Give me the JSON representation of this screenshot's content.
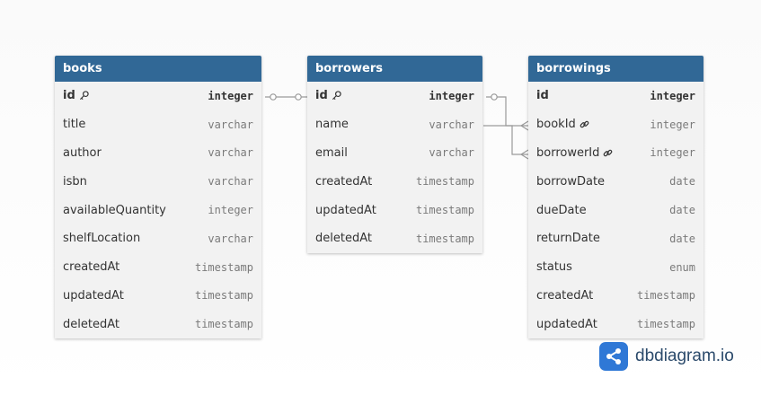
{
  "tables": {
    "books": {
      "name": "books",
      "fields": [
        {
          "name": "id",
          "type": "integer",
          "pk": true,
          "icon": "key-icon"
        },
        {
          "name": "title",
          "type": "varchar"
        },
        {
          "name": "author",
          "type": "varchar"
        },
        {
          "name": "isbn",
          "type": "varchar"
        },
        {
          "name": "availableQuantity",
          "type": "integer"
        },
        {
          "name": "shelfLocation",
          "type": "varchar"
        },
        {
          "name": "createdAt",
          "type": "timestamp"
        },
        {
          "name": "updatedAt",
          "type": "timestamp"
        },
        {
          "name": "deletedAt",
          "type": "timestamp"
        }
      ]
    },
    "borrowers": {
      "name": "borrowers",
      "fields": [
        {
          "name": "id",
          "type": "integer",
          "pk": true,
          "icon": "key-icon"
        },
        {
          "name": "name",
          "type": "varchar"
        },
        {
          "name": "email",
          "type": "varchar"
        },
        {
          "name": "createdAt",
          "type": "timestamp"
        },
        {
          "name": "updatedAt",
          "type": "timestamp"
        },
        {
          "name": "deletedAt",
          "type": "timestamp"
        }
      ]
    },
    "borrowings": {
      "name": "borrowings",
      "fields": [
        {
          "name": "id",
          "type": "integer",
          "pk": true
        },
        {
          "name": "bookId",
          "type": "integer",
          "icon": "link-icon"
        },
        {
          "name": "borrowerId",
          "type": "integer",
          "icon": "link-icon"
        },
        {
          "name": "borrowDate",
          "type": "date"
        },
        {
          "name": "dueDate",
          "type": "date"
        },
        {
          "name": "returnDate",
          "type": "date"
        },
        {
          "name": "status",
          "type": "enum"
        },
        {
          "name": "createdAt",
          "type": "timestamp"
        },
        {
          "name": "updatedAt",
          "type": "timestamp"
        }
      ]
    }
  },
  "relationships": [
    {
      "from": "books.id",
      "to": "borrowers.id"
    },
    {
      "from": "borrowers.id",
      "to": "borrowings.bookId"
    },
    {
      "from": "borrowers.name",
      "to": "borrowings.borrowerId"
    }
  ],
  "brand": {
    "name": "dbdiagram.io",
    "icon": "dbdiagram-logo-icon"
  },
  "colors": {
    "header": "#316896",
    "body": "#f2f2f2",
    "line": "#9a9a9a",
    "brand": "#2f78d6"
  }
}
